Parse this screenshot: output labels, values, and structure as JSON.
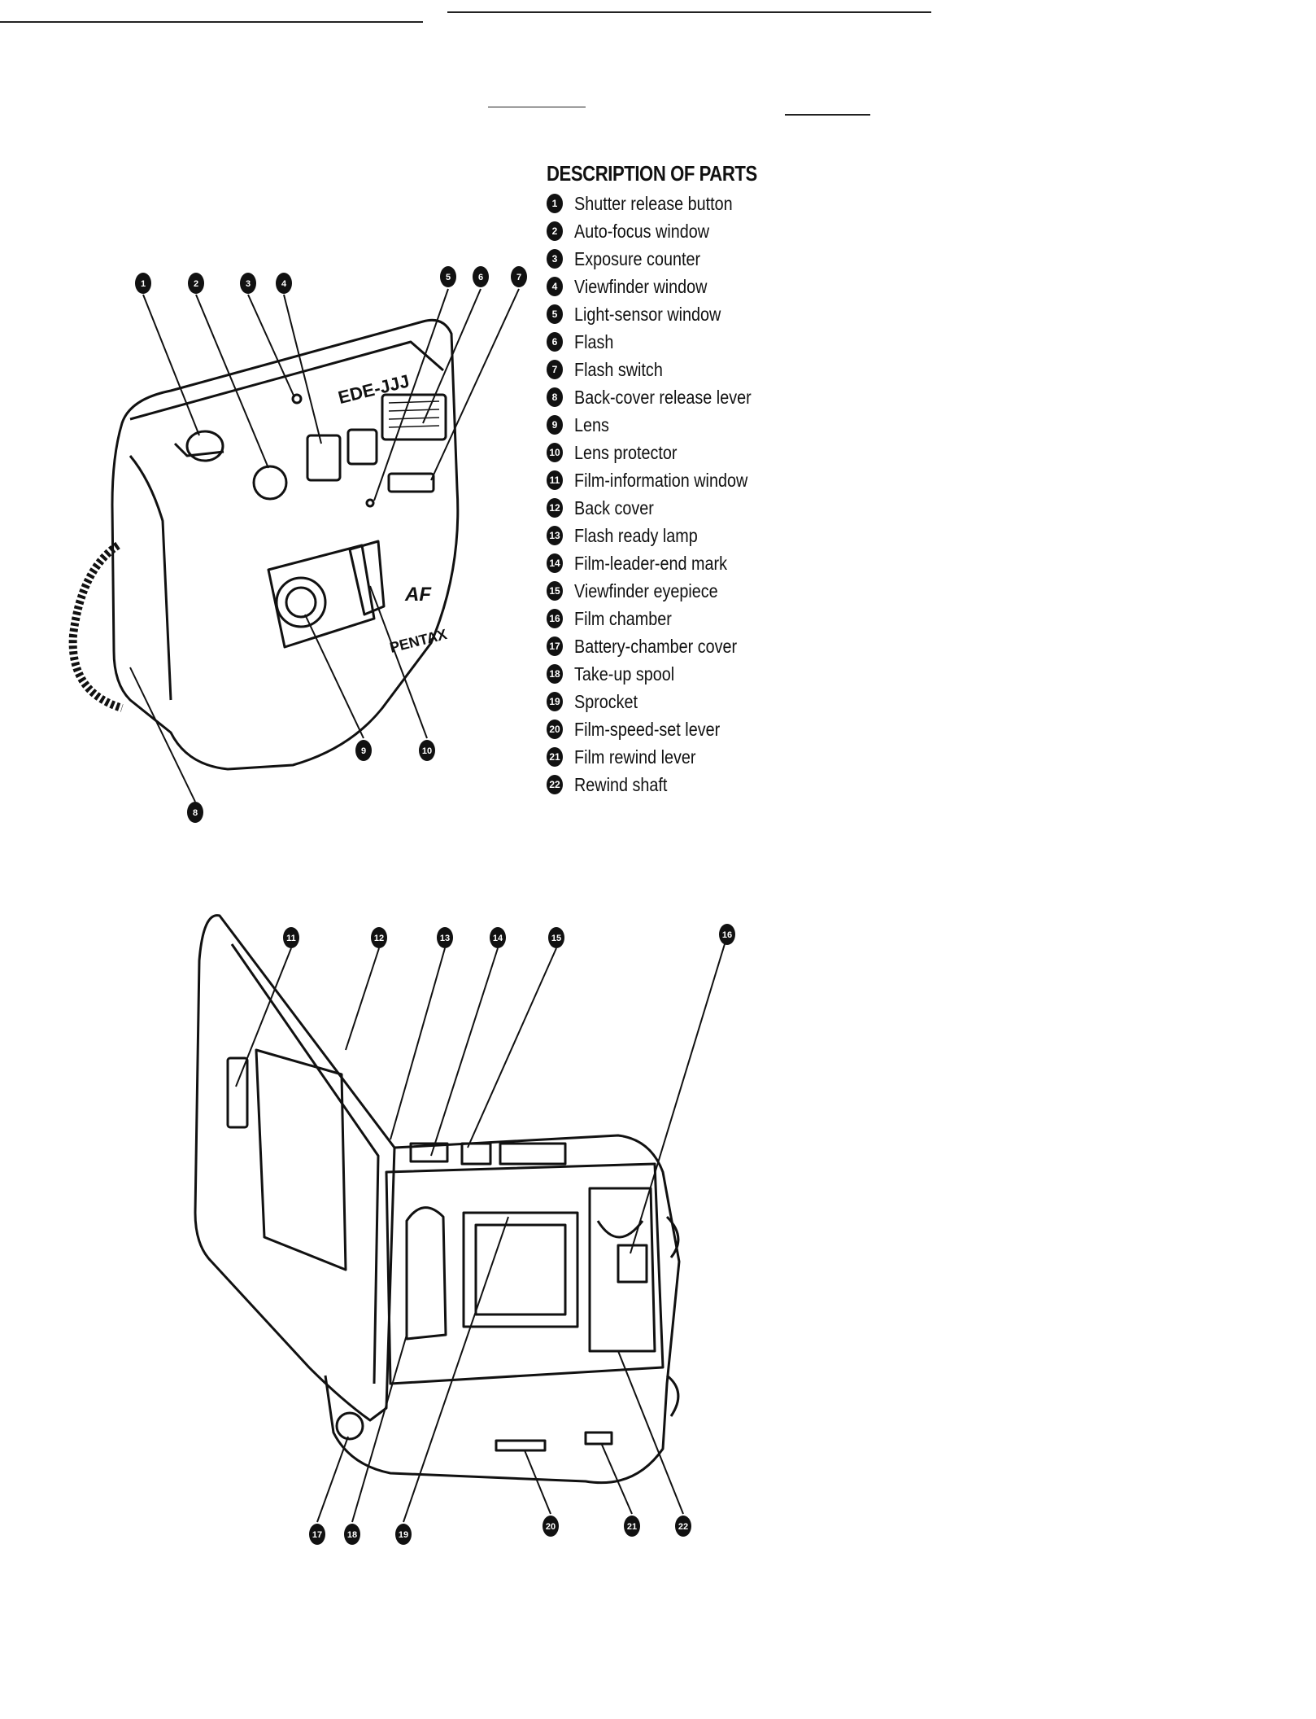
{
  "description_of_parts": {
    "title": "DESCRIPTION OF PARTS",
    "items": [
      {
        "num": "1",
        "label": "Shutter release button"
      },
      {
        "num": "2",
        "label": "Auto-focus window"
      },
      {
        "num": "3",
        "label": "Exposure counter"
      },
      {
        "num": "4",
        "label": "Viewfinder window"
      },
      {
        "num": "5",
        "label": "Light-sensor window"
      },
      {
        "num": "6",
        "label": "Flash"
      },
      {
        "num": "7",
        "label": "Flash switch"
      },
      {
        "num": "8",
        "label": "Back-cover release lever"
      },
      {
        "num": "9",
        "label": "Lens"
      },
      {
        "num": "10",
        "label": "Lens protector"
      },
      {
        "num": "11",
        "label": "Film-information window"
      },
      {
        "num": "12",
        "label": "Back cover"
      },
      {
        "num": "13",
        "label": "Flash ready lamp"
      },
      {
        "num": "14",
        "label": "Film-leader-end mark"
      },
      {
        "num": "15",
        "label": "Viewfinder eyepiece"
      },
      {
        "num": "16",
        "label": "Film chamber"
      },
      {
        "num": "17",
        "label": "Battery-chamber cover"
      },
      {
        "num": "18",
        "label": "Take-up spool"
      },
      {
        "num": "19",
        "label": "Sprocket"
      },
      {
        "num": "20",
        "label": "Film-speed-set lever"
      },
      {
        "num": "21",
        "label": "Film rewind lever"
      },
      {
        "num": "22",
        "label": "Rewind shaft"
      }
    ]
  },
  "front_figure": {
    "model_text": "EDE-JJJ",
    "brand_text": "PENTAX",
    "af_text": "AF",
    "callouts": [
      "1",
      "2",
      "3",
      "4",
      "5",
      "6",
      "7",
      "8",
      "9",
      "10"
    ]
  },
  "back_figure": {
    "callouts": [
      "11",
      "12",
      "13",
      "14",
      "15",
      "16",
      "17",
      "18",
      "19",
      "20",
      "21",
      "22"
    ]
  }
}
